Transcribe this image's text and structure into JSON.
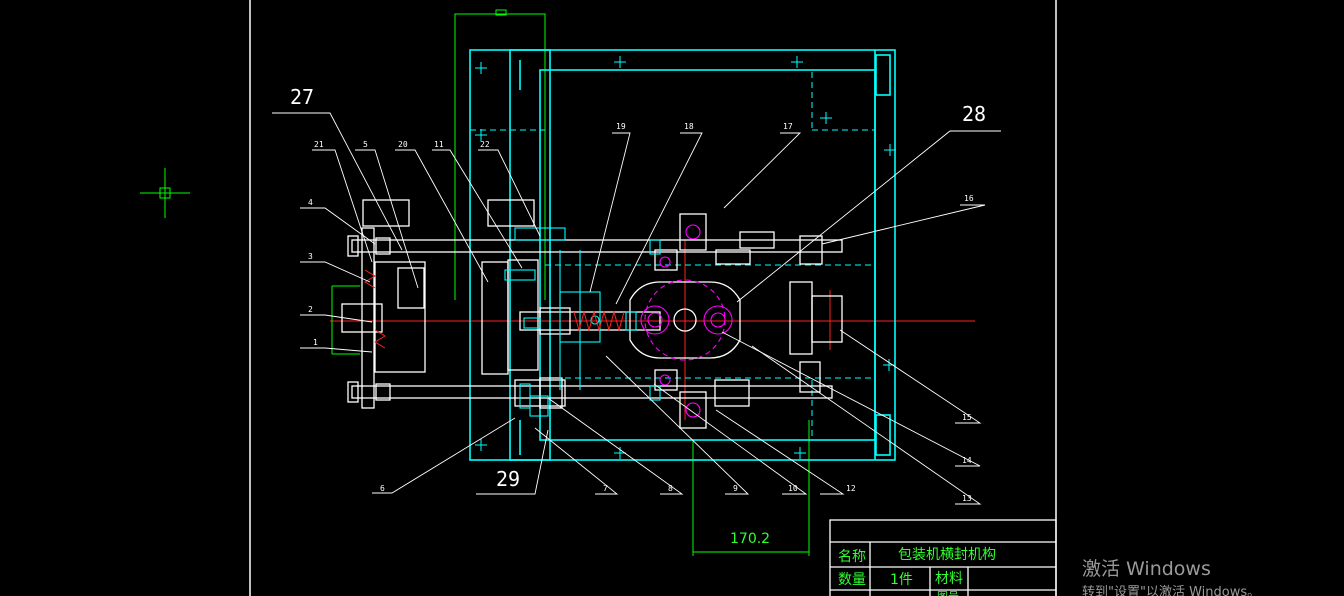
{
  "drawing": {
    "callouts": {
      "c27": "27",
      "c28": "28",
      "c29": "29",
      "c21": "21",
      "c5": "5",
      "c20": "20",
      "c11": "11",
      "c22": "22",
      "c19": "19",
      "c18": "18",
      "c17": "17",
      "c16": "16",
      "c4": "4",
      "c3": "3",
      "c2": "2",
      "c1": "1",
      "c6": "6",
      "c7": "7",
      "c8": "8",
      "c9": "9",
      "c10": "10",
      "c12": "12",
      "c13": "13",
      "c14": "14",
      "c15": "15"
    },
    "dimension": "170.2",
    "title_block": {
      "name_label": "名称",
      "name_value": "包装机横封机构",
      "qty_label": "数量",
      "qty_value": "1件",
      "material_label": "材料",
      "drawing_no_label": "图号"
    },
    "colors": {
      "cyan": "#00ffff",
      "white": "#ffffff",
      "green": "#00ff00",
      "red": "#ff2020",
      "magenta": "#ff00ff"
    }
  },
  "os_watermark": {
    "line1": "激活 Windows",
    "line2": "转到\"设置\"以激活 Windows。"
  }
}
